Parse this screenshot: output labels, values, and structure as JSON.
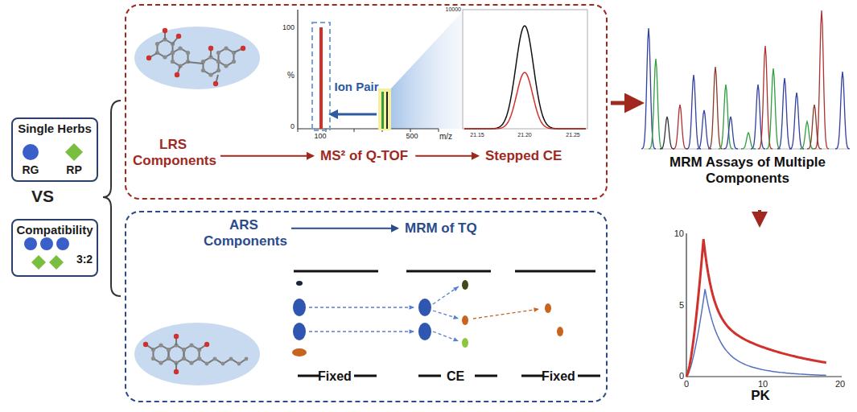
{
  "diagram": {
    "nodes": [
      {
        "text": [
          "Single Herbs",
          "RG",
          "RP"
        ]
      },
      {
        "text": [
          "Compatibility",
          "3:2"
        ]
      },
      {
        "text": [
          "Ion Pair"
        ]
      },
      {
        "text": [
          "LRS Components"
        ],
        "in": 2
      },
      {
        "text": [
          "MS² of Q-TOF"
        ],
        "in": 2
      },
      {
        "text": [
          "Stepped CE"
        ],
        "in": 2
      },
      {
        "text": [
          "Fixed",
          "CE",
          "Fixed"
        ]
      },
      {
        "text": [
          "ARS Components"
        ],
        "in": 6
      },
      {
        "text": [
          "MRM of TQ"
        ],
        "in": 6
      },
      {
        "text": [
          "MRM Assays of Multiple Components"
        ]
      },
      {
        "text": [
          "PK"
        ]
      }
    ],
    "edges": [
      {
        "from": 3,
        "to": 4,
        "arrow": "to"
      },
      {
        "from": 4,
        "to": 5,
        "arrow": "to"
      },
      {
        "from": 7,
        "to": 8,
        "arrow": "to"
      },
      {
        "from": 2,
        "to": 9,
        "arrow": "to"
      },
      {
        "from": 9,
        "to": 10,
        "arrow": "to"
      }
    ],
    "labels": [
      "VS",
      "100",
      "%",
      "0",
      "100",
      "500",
      "m/z",
      "10000",
      "21.15",
      "21.20",
      "21.25",
      "10",
      "5",
      "0",
      "0",
      "10",
      "20"
    ]
  }
}
